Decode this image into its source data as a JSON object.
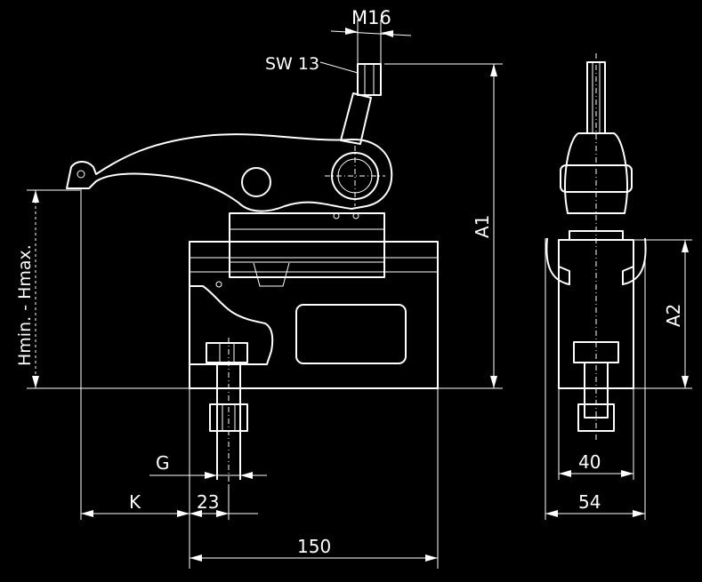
{
  "drawing": {
    "background": "#000000",
    "line_color": "#ffffff",
    "dimensions": {
      "thread": "M16",
      "wrench_size": "SW 13",
      "height_a1": "A1",
      "height_a2": "A2",
      "clamp_range": "Hmin. - Hmax.",
      "thread_g": "G",
      "offset_k": "K",
      "width_23": "23",
      "width_150": "150",
      "width_40": "40",
      "width_54": "54"
    }
  }
}
